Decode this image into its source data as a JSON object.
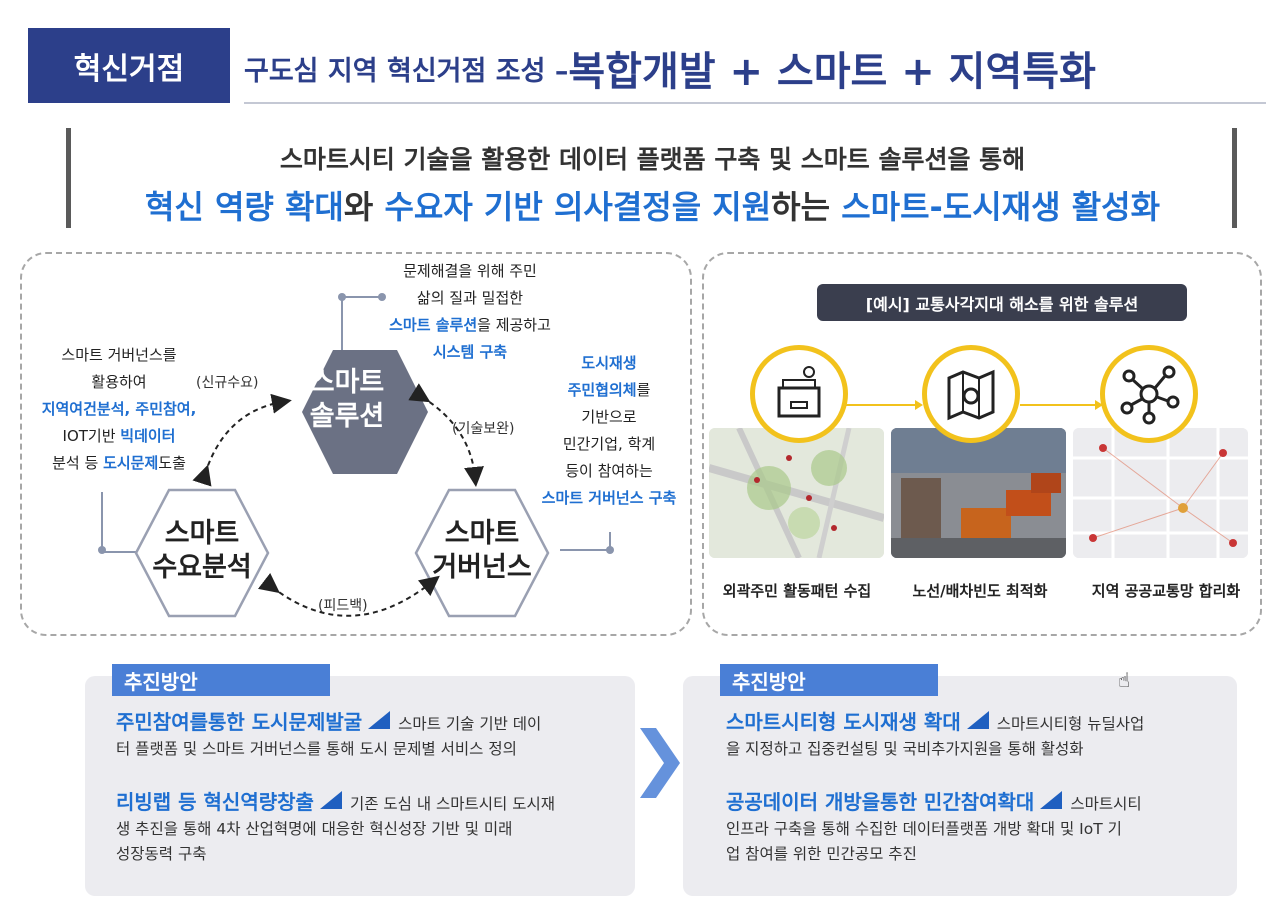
{
  "header": {
    "badge": "혁신거점",
    "title_small": "구도심 지역 혁신거점 조성 – ",
    "title_large": "복합개발 + 스마트 + 지역특화"
  },
  "goal": {
    "line1": "스마트시티 기술을 활용한 데이터 플랫폼 구축 및 스마트 솔루션을 통해",
    "line2_parts": [
      "혁신 역량 확대",
      "와 ",
      "수요자 기반 의사결정을 지원",
      "하는 ",
      "스마트-도시재생 활성화"
    ]
  },
  "cycle": {
    "solution": [
      "스마트",
      "솔루션"
    ],
    "demand": [
      "스마트",
      "수요분석"
    ],
    "governance": [
      "스마트",
      "거버넌스"
    ],
    "arrow_new_demand": "(신규수요)",
    "arrow_tech": "(기술보완)",
    "arrow_feedback": "(피드백)",
    "note_top": [
      "문제해결을 위해 주민",
      "삶의 질과 밀접한",
      "스마트 솔루션",
      "을 제공하고",
      "시스템 구축"
    ],
    "note_left": [
      "스마트 거버넌스를",
      "활용하여",
      "지역여건분석, 주민참여,",
      "IOT기반 ",
      "빅데이터",
      "분석 등 ",
      "도시문제",
      "도출"
    ],
    "note_right": [
      "도시재생",
      "주민협의체",
      "를",
      "기반으로",
      "민간기업, 학계",
      "등이 참여하는",
      "스마트 거버넌스 구축"
    ]
  },
  "example": {
    "title": "[예시] 교통사각지대 해소를 위한 솔루션",
    "captions": [
      "외곽주민 활동패턴 수집",
      "노선/배차빈도 최적화",
      "지역 공공교통망 합리화"
    ],
    "icons": [
      "map-archive-icon",
      "route-map-icon",
      "network-icon"
    ]
  },
  "plans_left": {
    "tag": "추진방안",
    "items": [
      {
        "head": "주민참여를통한 도시문제발굴",
        "body1": "스마트 기술 기반 데이",
        "body2": "터 플랫폼 및 스마트 거버넌스를 통해 도시 문제별 서비스 정의"
      },
      {
        "head": "리빙랩 등 혁신역량창출",
        "body1": "기존 도심 내 스마트시티 도시재",
        "body2": "생 추진을 통해 4차 산업혁명에 대응한 혁신성장 기반  및 미래",
        "body3": "성장동력 구축"
      }
    ]
  },
  "plans_right": {
    "tag": "추진방안",
    "items": [
      {
        "head": "스마트시티형 도시재생 확대",
        "body1": "스마트시티형 뉴딜사업",
        "body2": "을 지정하고 집중컨설팅 및 국비추가지원을 통해 활성화"
      },
      {
        "head": "공공데이터 개방을통한 민간참여확대",
        "body1": "스마트시티",
        "body2": "인프라 구축을 통해 수집한 데이터플랫폼  개방 확대 및 IoT 기",
        "body3": "업 참여를 위한 민간공모 추진"
      }
    ]
  },
  "colors": {
    "navy": "#2c3f8a",
    "accent_blue": "#1f6fd1",
    "hex_dark": "#6b7184",
    "circle_yellow": "#f2c21c"
  }
}
